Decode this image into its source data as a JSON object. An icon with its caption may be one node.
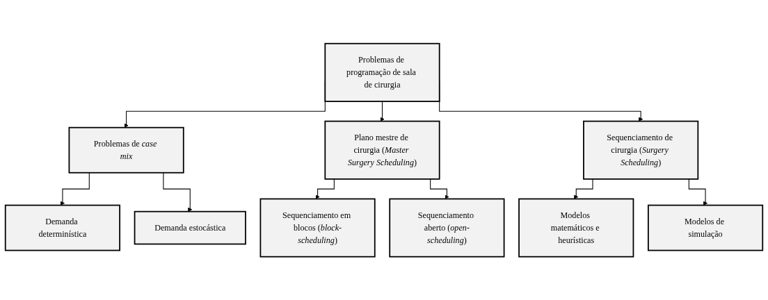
{
  "diagram": {
    "nodes": [
      {
        "text": [
          "Problemas de programação de sala de cirurgia"
        ]
      },
      {
        "text": [
          "Problemas de *case mix*"
        ]
      },
      {
        "text": [
          "Plano mestre de cirurgia (*Master Surgery Scheduling*)"
        ]
      },
      {
        "text": [
          "Sequenciamento de cirurgia (*Surgery Scheduling*)"
        ]
      },
      {
        "text": [
          "Demanda determinística"
        ]
      },
      {
        "text": [
          "Demanda estocástica"
        ]
      },
      {
        "text": [
          "Sequenciamento em blocos (*block-scheduling*)"
        ]
      },
      {
        "text": [
          "Sequenciamento aberto (*open-scheduling*)"
        ]
      },
      {
        "text": [
          "Modelos matemáticos e heurísticas"
        ]
      },
      {
        "text": [
          "Modelos de simulação"
        ]
      }
    ],
    "edges": [
      {
        "from": 0,
        "to": 1,
        "arrow": "to"
      },
      {
        "from": 0,
        "to": 2,
        "arrow": "to"
      },
      {
        "from": 0,
        "to": 3,
        "arrow": "to"
      },
      {
        "from": 1,
        "to": 4,
        "arrow": "to"
      },
      {
        "from": 1,
        "to": 5,
        "arrow": "to"
      },
      {
        "from": 2,
        "to": 6,
        "arrow": "to"
      },
      {
        "from": 2,
        "to": 7,
        "arrow": "to"
      },
      {
        "from": 3,
        "to": 8,
        "arrow": "to"
      },
      {
        "from": 3,
        "to": 9,
        "arrow": "to"
      }
    ]
  }
}
